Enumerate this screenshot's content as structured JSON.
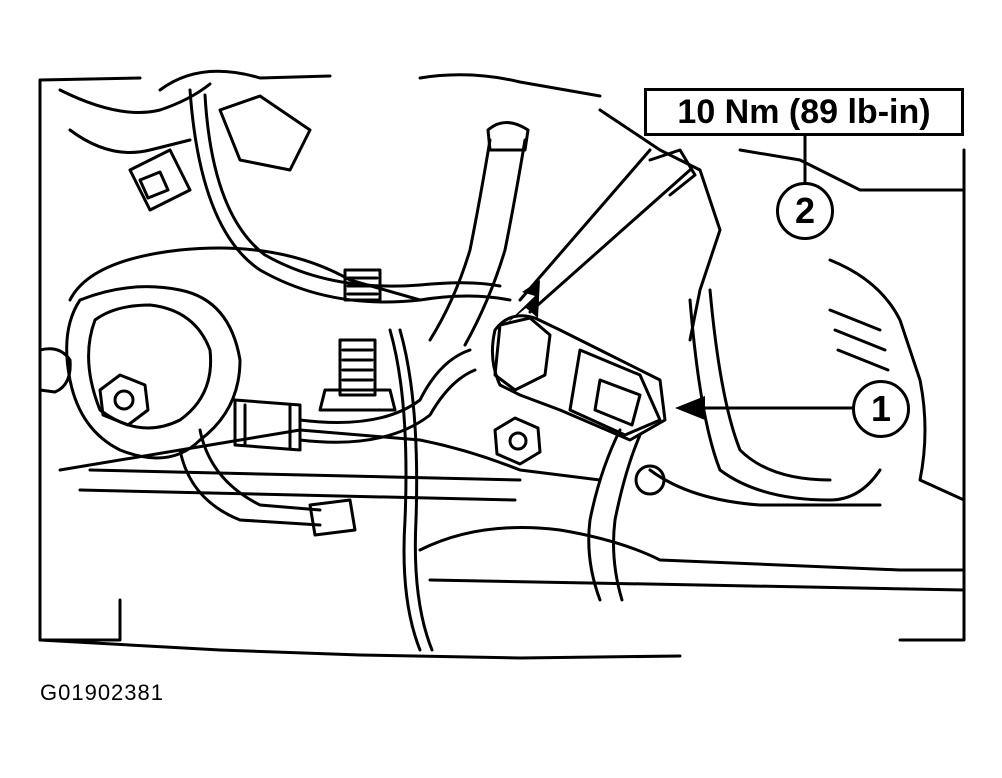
{
  "torque_spec": "10 Nm (89 lb-in)",
  "callouts": [
    {
      "number": "1"
    },
    {
      "number": "2"
    }
  ],
  "figure_id": "G01902381"
}
